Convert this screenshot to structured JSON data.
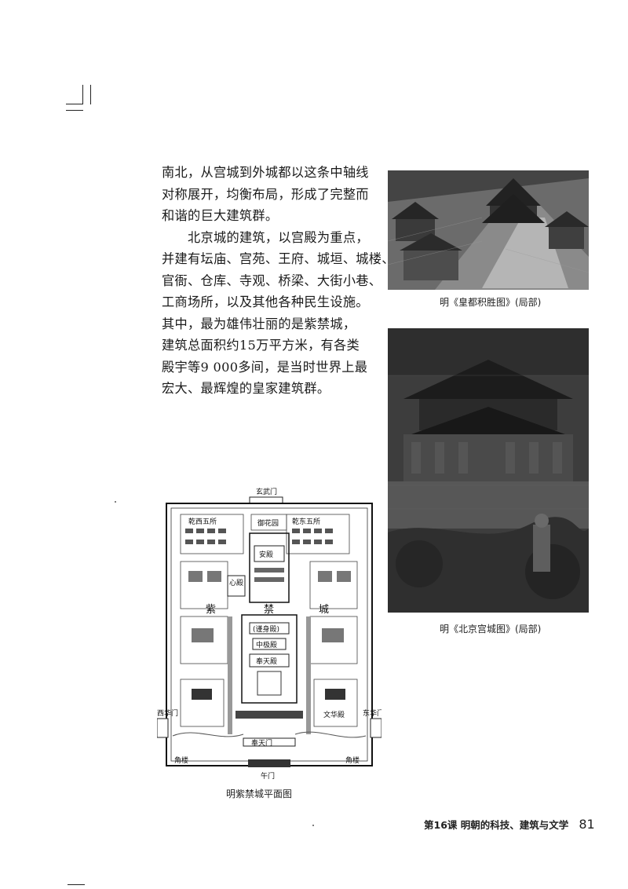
{
  "body_lines": [
    "南北，从宫城到外城都以这条中轴线",
    "对称展开，均衡布局，形成了完整而",
    "和谐的巨大建筑群。",
    "北京城的建筑，以宫殿为重点，",
    "并建有坛庙、宫苑、王府、城垣、城楼、",
    "官衙、仓库、寺观、桥梁、大街小巷、",
    "工商场所，以及其他各种民生设施。",
    "其中，最为雄伟壮丽的是紫禁城，",
    "建筑总面积约15万平方米，有各类",
    "殿宇等9 000多间，是当时世界上最",
    "宏大、最辉煌的皇家建筑群。"
  ],
  "captions": {
    "painting_1": "明《皇都积胜图》(局部)",
    "painting_2": "明《北京宫城图》(局部)",
    "floor_plan": "明紫禁城平面图"
  },
  "floor_plan_labels": {
    "north_gate": "玄武门",
    "south_gate": "午门",
    "west_gate": "西华门",
    "east_gate": "东华门",
    "corner_left": "角楼",
    "corner_right": "角楼",
    "west_palaces": "乾西五所",
    "east_palaces": "乾东五所",
    "garden": "御花园",
    "hall_qinan": "安殿",
    "heart_hall": "心殿",
    "zi": "紫",
    "jin": "禁",
    "cheng": "城",
    "hall_jinshen": "(谨身殿)",
    "hall_zhongji": "中极殿",
    "hall_fengtian": "奉天殿",
    "hall_wenhua": "文华殿",
    "gate_fengtian": "奉天门"
  },
  "footer": {
    "lesson": "第16课  明朝的科技、建筑与文学",
    "page_number": "81"
  }
}
